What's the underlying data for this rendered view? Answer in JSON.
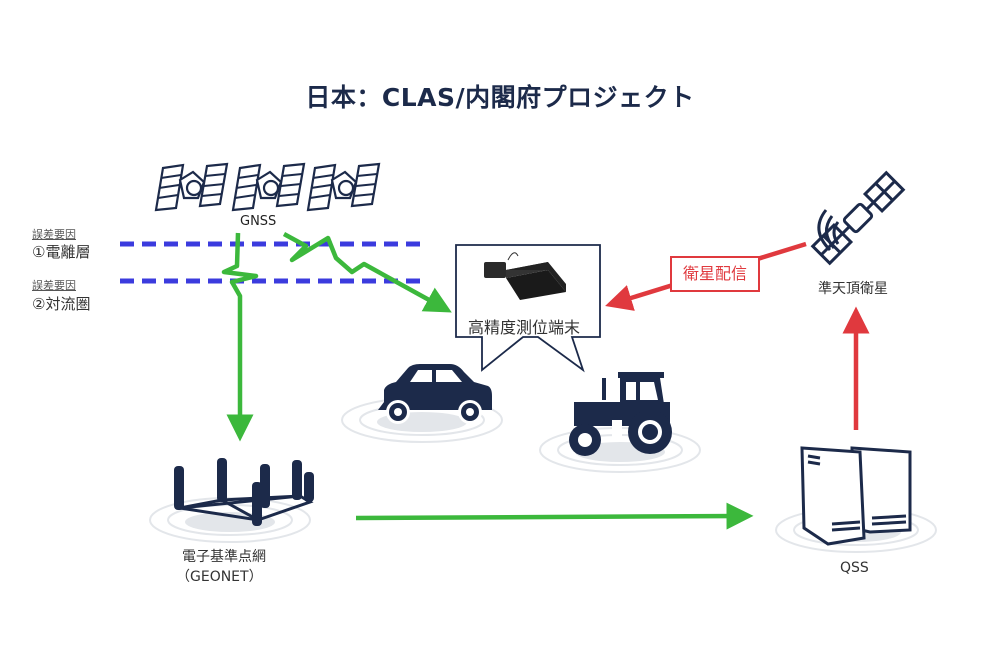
{
  "title": "日本：CLAS/内閣府プロジェクト",
  "colors": {
    "navy": "#1c2a4a",
    "green": "#3cb83c",
    "red": "#e0393e",
    "blue_dash": "#3b3bde",
    "ring": "#e3e6ea"
  },
  "gnss": {
    "label": "GNSS",
    "satellites": [
      "satellite-icon",
      "satellite-icon",
      "satellite-icon"
    ]
  },
  "error_factors": [
    {
      "caption": "誤差要因",
      "name": "①電離層"
    },
    {
      "caption": "誤差要因",
      "name": "②対流圏"
    }
  ],
  "receiver": {
    "label": "高精度測位端末",
    "icon": "receiver-device-icon"
  },
  "broadcast": {
    "label": "衛星配信"
  },
  "qzss": {
    "label": "準天頂衛星",
    "icon": "satellite-icon"
  },
  "geonet": {
    "label": "電子基準点網",
    "sublabel": "（GEONET）",
    "icon": "antenna-network-icon"
  },
  "qss": {
    "label": "QSS",
    "icon": "server-icon"
  },
  "vehicles": [
    {
      "name": "car",
      "icon": "car-icon"
    },
    {
      "name": "tractor",
      "icon": "tractor-icon"
    }
  ]
}
